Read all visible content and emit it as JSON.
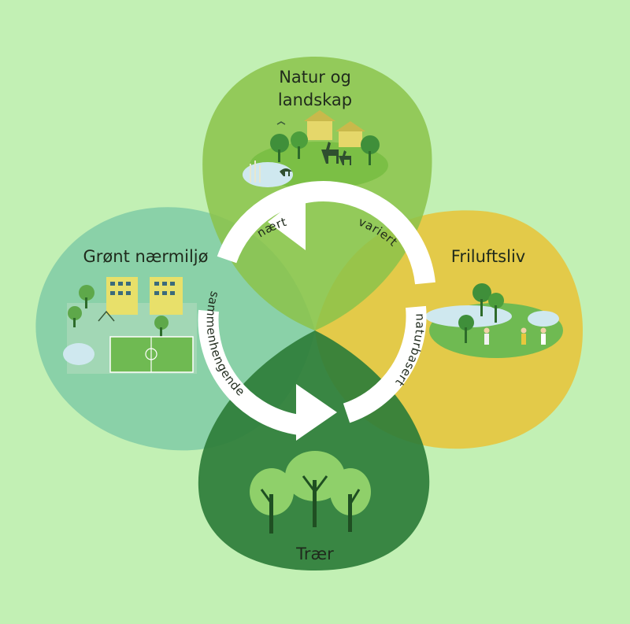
{
  "petals": {
    "top": {
      "line1": "Natur og",
      "line2": "landskap"
    },
    "left": {
      "label": "Grønt nærmiljø"
    },
    "right": {
      "label": "Friluftsliv"
    },
    "bottom": {
      "label": "Trær"
    }
  },
  "cycle_words": {
    "top": "nært",
    "top_right": "variert",
    "right": "naturbasert",
    "left": "sammenhengende"
  },
  "colors": {
    "background": "#c2f0b4",
    "natur_og_landskap": "#8bc34a",
    "gront_naermiljo": "#8ccfa8",
    "friluftsliv": "#e8c73d",
    "traer": "#2e7d3a",
    "cycle_arrow": "#ffffff"
  },
  "icons": {
    "top": "houses-deer-landscape-illustration",
    "left": "apartments-playground-illustration",
    "right": "lake-people-outdoor-illustration",
    "bottom": "three-trees-illustration"
  }
}
